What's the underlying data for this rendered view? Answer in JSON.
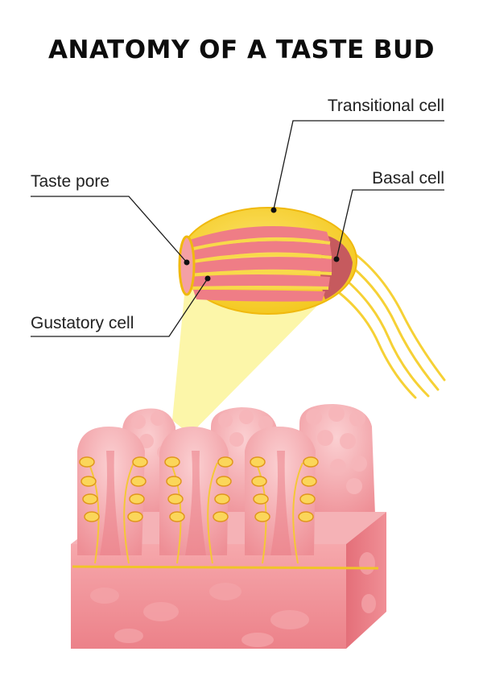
{
  "title": "ANATOMY OF A TASTE BUD",
  "labels": {
    "transitional_cell": "Transitional cell",
    "basal_cell": "Basal cell",
    "taste_pore": "Taste pore",
    "gustatory_cell": "Gustatory cell"
  },
  "colors": {
    "capsule_yellow": "#f7d21c",
    "cell_pink": "#ef7d86",
    "basal_red": "#c65a5e",
    "tissue_pink": "#f19aa0",
    "beam_yellow": "#fbf59a",
    "nerve_orange": "#f0a21c"
  }
}
